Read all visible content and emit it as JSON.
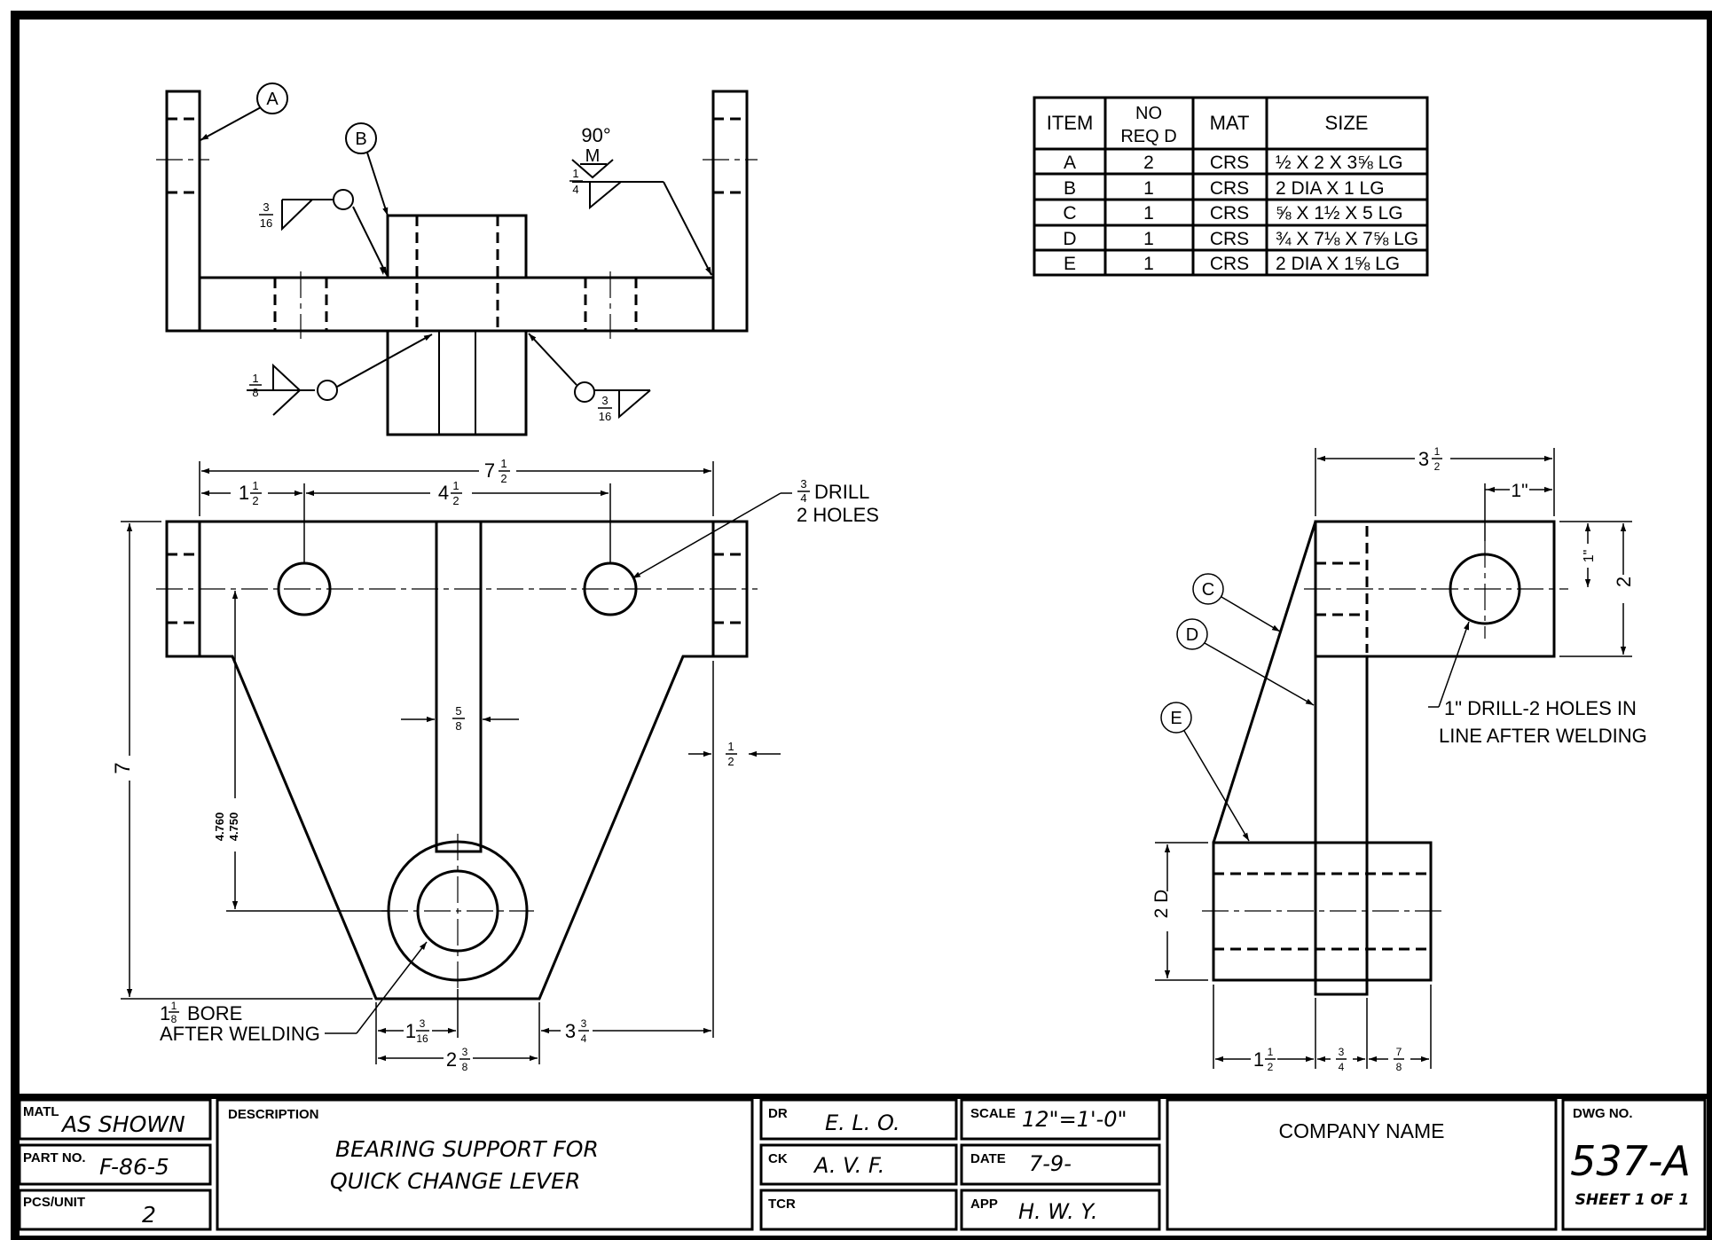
{
  "views": {
    "top": {
      "balloon_a": "A",
      "balloon_b": "B",
      "weld_angle": "90°",
      "weld_m": "M",
      "weld_quarter": [
        "1",
        "4"
      ],
      "weld_3_16_left": [
        "3",
        "16"
      ],
      "weld_eighth": [
        "1",
        "8"
      ],
      "weld_3_16_right": [
        "3",
        "16"
      ]
    },
    "front": {
      "dim_overall_width": [
        "7",
        "1",
        "2"
      ],
      "dim_offset": [
        "1",
        "1",
        "2"
      ],
      "dim_hole_spacing": [
        "4",
        "1",
        "2"
      ],
      "drill_note": [
        "3",
        "4",
        "DRILL",
        "2 HOLES"
      ],
      "dim_web": [
        "5",
        "8"
      ],
      "dim_side": [
        "1",
        "2"
      ],
      "dim_height": "7",
      "dim_tolerance": [
        "4.760",
        "4.750"
      ],
      "bore_note": [
        "1",
        "1",
        "8",
        "BORE",
        "AFTER WELDING"
      ],
      "dim_1_3_16": [
        "1",
        "3",
        "16"
      ],
      "dim_3_3_4": [
        "3",
        "3",
        "4"
      ],
      "dim_2_3_8": [
        "2",
        "3",
        "8"
      ]
    },
    "side": {
      "dim_width": [
        "3",
        "1",
        "2"
      ],
      "dim_1in": "1\"",
      "dim_1in_v": "1\"",
      "dim_2": "2",
      "balloon_c": "C",
      "balloon_d": "D",
      "balloon_e": "E",
      "drill_note": [
        "1\" DRILL-2 HOLES IN",
        "LINE AFTER WELDING"
      ],
      "dim_2d": "2 D",
      "dim_bottom_1_1_2": [
        "1",
        "1",
        "2"
      ],
      "dim_bottom_3_4": [
        "3",
        "4"
      ],
      "dim_bottom_7_8": [
        "7",
        "8"
      ]
    }
  },
  "bill_of_materials": {
    "headers": [
      "ITEM",
      "NO",
      "REQ D",
      "MAT",
      "SIZE"
    ],
    "rows": [
      {
        "item": "A",
        "qty": "2",
        "mat": "CRS",
        "size": "½ X 2 X 3⅝ LG"
      },
      {
        "item": "B",
        "qty": "1",
        "mat": "CRS",
        "size": "2 DIA X 1 LG"
      },
      {
        "item": "C",
        "qty": "1",
        "mat": "CRS",
        "size": "⅝ X 1½ X 5 LG"
      },
      {
        "item": "D",
        "qty": "1",
        "mat": "CRS",
        "size": "¾ X 7⅛ X 7⅝ LG"
      },
      {
        "item": "E",
        "qty": "1",
        "mat": "CRS",
        "size": "2 DIA X 1⅝ LG"
      }
    ]
  },
  "title_block": {
    "matl_label": "MATL",
    "matl_value": "AS SHOWN",
    "part_no_label": "PART NO.",
    "part_no_value": "F-86-5",
    "pcs_unit_label": "PCS/UNIT",
    "pcs_unit_value": "2",
    "description_label": "DESCRIPTION",
    "description_line1": "BEARING SUPPORT FOR",
    "description_line2": "QUICK CHANGE LEVER",
    "dr_label": "DR",
    "dr_value": "E. L. O.",
    "ck_label": "CK",
    "ck_value": "A. V. F.",
    "tcr_label": "TCR",
    "scale_label": "SCALE",
    "scale_value": "12\"=1'-0\"",
    "date_label": "DATE",
    "date_value": "7-9-",
    "app_label": "APP",
    "app_value": "H. W. Y.",
    "company_name": "COMPANY NAME",
    "dwg_no_label": "DWG NO.",
    "dwg_no_value": "537-A",
    "sheet_value": "SHEET 1 OF 1"
  }
}
